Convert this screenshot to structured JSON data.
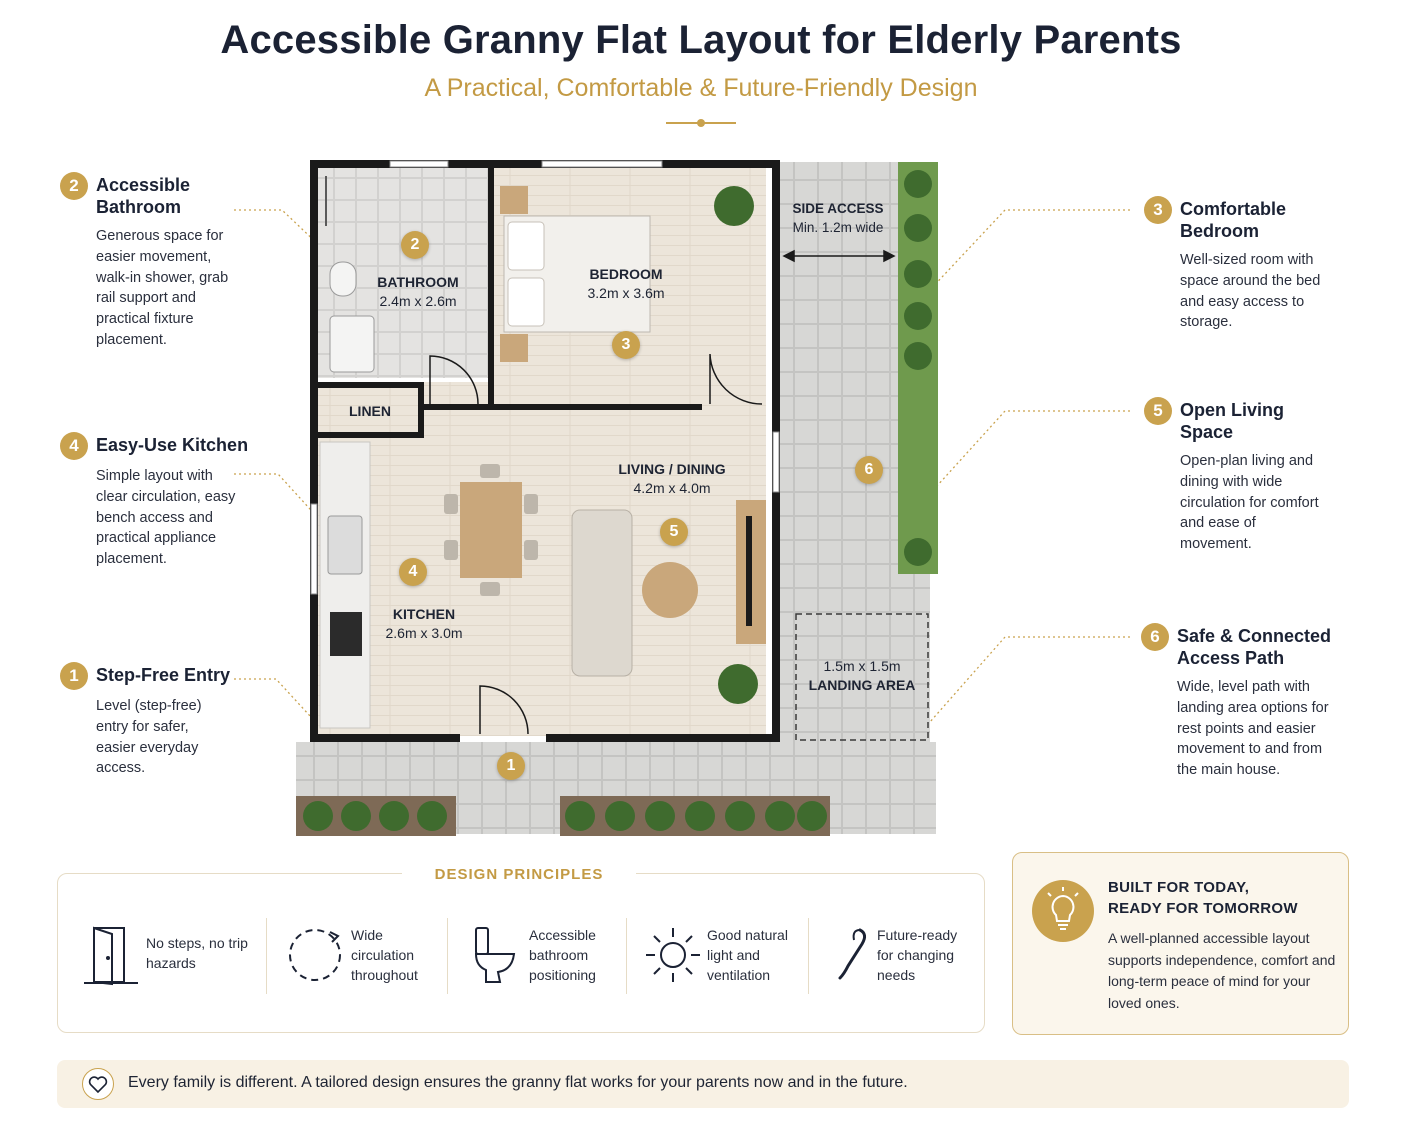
{
  "header": {
    "title": "Accessible Granny Flat Layout for Elderly Parents",
    "subtitle": "A Practical, Comfortable & Future-Friendly Design"
  },
  "callouts": {
    "bathroom": {
      "num": "2",
      "title": "Accessible Bathroom",
      "desc": "Generous space for easier movement, walk-in shower, grab rail support and practical fixture placement."
    },
    "kitchen": {
      "num": "4",
      "title": "Easy-Use Kitchen",
      "desc": "Simple layout with clear circulation, easy bench access and practical appliance placement."
    },
    "entry": {
      "num": "1",
      "title": "Step-Free Entry",
      "desc": "Level (step-free) entry for safer, easier everyday access."
    },
    "bedroom": {
      "num": "3",
      "title": "Comfortable Bedroom",
      "desc": "Well-sized room with space around the bed and easy access to storage."
    },
    "living": {
      "num": "5",
      "title": "Open Living Space",
      "desc": "Open-plan living and dining with wide circulation for comfort and ease of movement."
    },
    "path": {
      "num": "6",
      "title": "Safe & Connected Access Path",
      "desc": "Wide, level path with landing area options for rest points and easier movement to and from the main house."
    }
  },
  "plan": {
    "bathroom": {
      "name": "BATHROOM",
      "dim": "2.4m x 2.6m"
    },
    "bedroom": {
      "name": "BEDROOM",
      "dim": "3.2m x 3.6m"
    },
    "linen": {
      "name": "LINEN"
    },
    "living": {
      "name": "LIVING / DINING",
      "dim": "4.2m x 4.0m"
    },
    "kitchen": {
      "name": "KITCHEN",
      "dim": "2.6m x 3.0m"
    },
    "side_access": {
      "name": "SIDE ACCESS",
      "dim": "Min. 1.2m wide"
    },
    "landing": {
      "dim": "1.5m x 1.5m",
      "name": "LANDING AREA"
    },
    "markers": {
      "m1": "1",
      "m2": "2",
      "m3": "3",
      "m4": "4",
      "m5": "5",
      "m6": "6"
    }
  },
  "principles": {
    "title": "DESIGN PRINCIPLES",
    "items": [
      {
        "icon": "door-icon",
        "text": "No steps, no trip hazards"
      },
      {
        "icon": "circle-arrows-icon",
        "text": "Wide circulation throughout"
      },
      {
        "icon": "toilet-icon",
        "text": "Accessible bathroom positioning"
      },
      {
        "icon": "sun-icon",
        "text": "Good natural light and ventilation"
      },
      {
        "icon": "grab-rail-icon",
        "text": "Future-ready for changing needs"
      }
    ]
  },
  "built": {
    "icon": "lightbulb-icon",
    "title_line1": "BUILT FOR TODAY,",
    "title_line2": "READY FOR TOMORROW",
    "desc": "A well-planned accessible layout supports independence, comfort and long-term peace of mind for your loved ones."
  },
  "footer": {
    "icon": "heart-icon",
    "text": "Every family is different. A tailored design ensures the granny flat works for your parents now and in the future."
  },
  "colors": {
    "accent": "#c9a24e",
    "heading": "#1b2234",
    "wall": "#1a1a1a",
    "floor": "#ece5da"
  }
}
